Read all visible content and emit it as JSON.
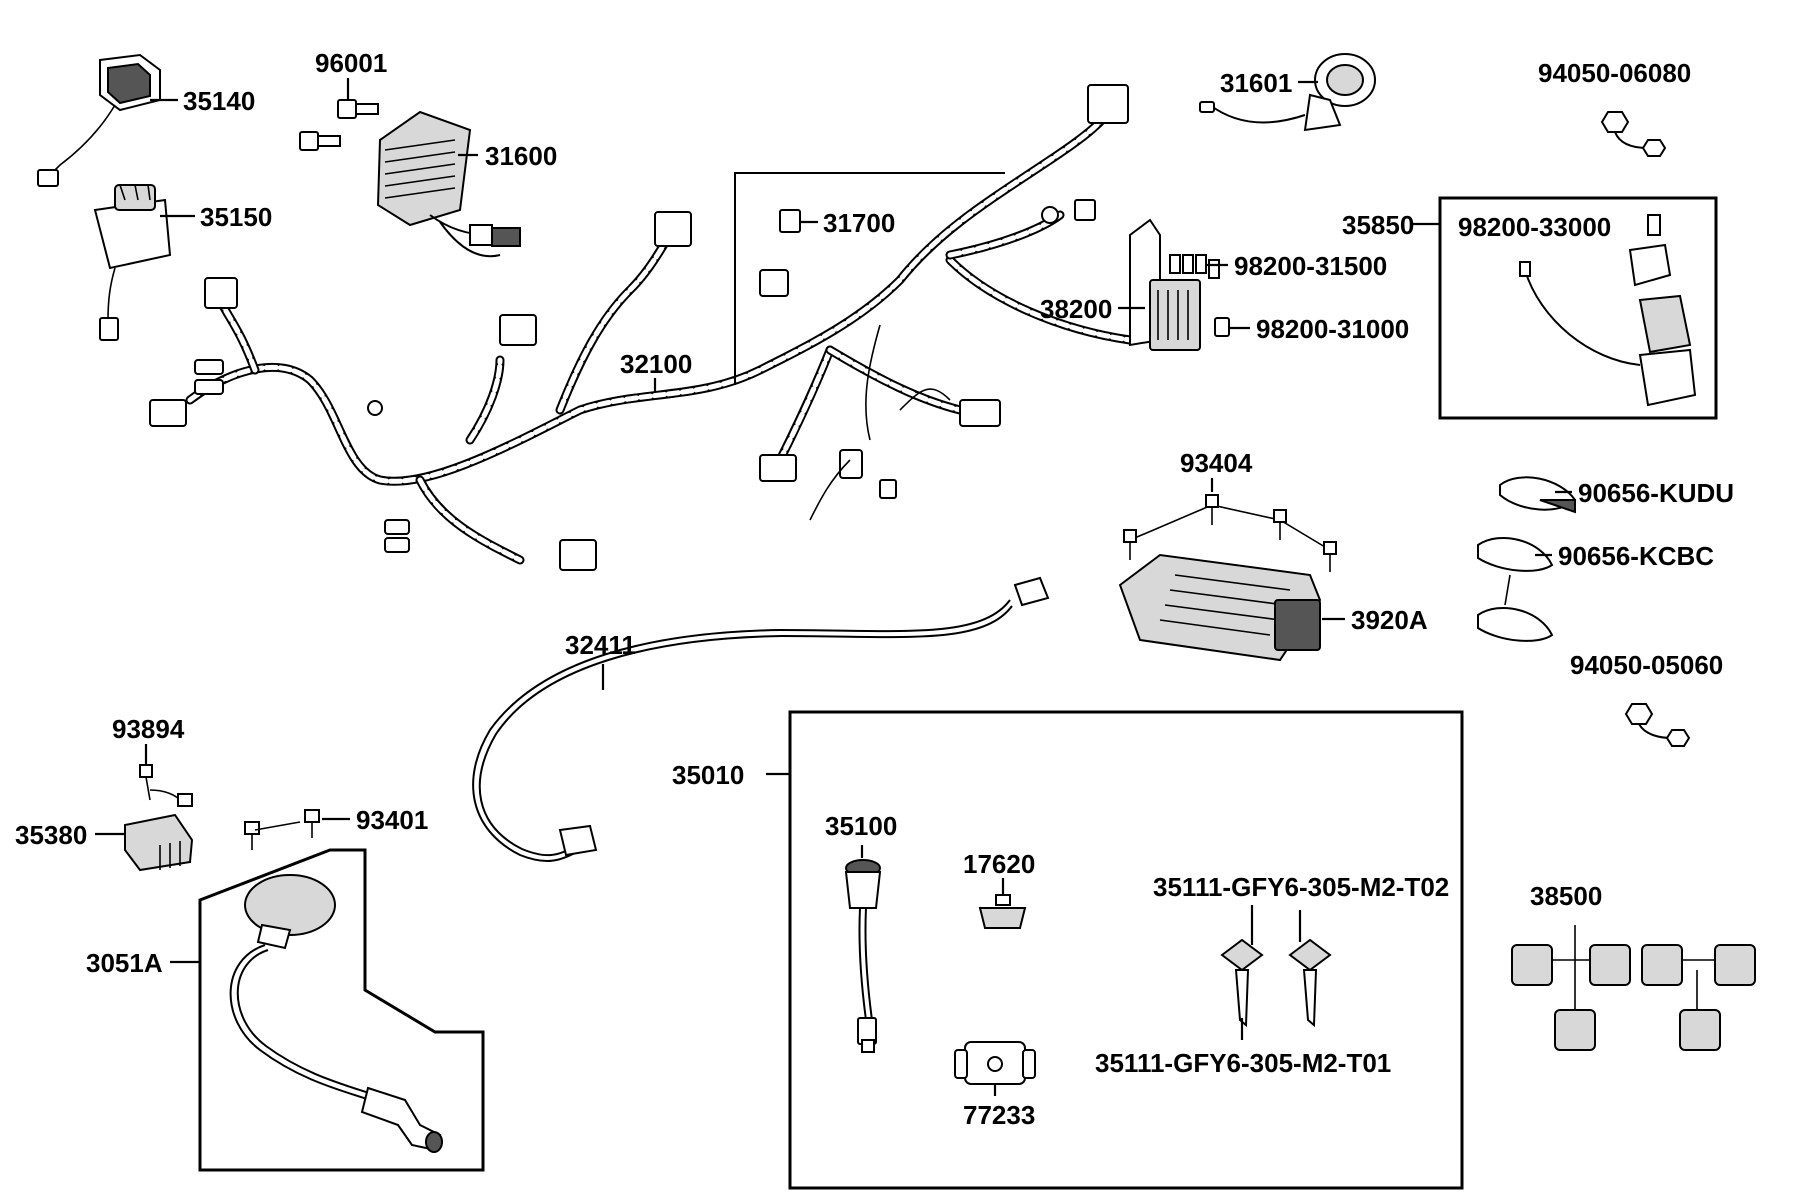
{
  "parts": {
    "p35140": "35140",
    "p96001": "96001",
    "p31600": "31600",
    "p35150": "35150",
    "p32100": "32100",
    "p31700": "31700",
    "p31601": "31601",
    "p94050_06080": "94050-06080",
    "p98200_31500": "98200-31500",
    "p38200": "38200",
    "p98200_31000": "98200-31000",
    "p35850": "35850",
    "p98200_33000": "98200-33000",
    "p93404": "93404",
    "p90656_kudu": "90656-KUDU",
    "p90656_kcbc": "90656-KCBC",
    "p3920a": "3920A",
    "p94050_05060": "94050-05060",
    "p32411": "32411",
    "p93894": "93894",
    "p35380": "35380",
    "p93401": "93401",
    "p3051a": "3051A",
    "p35010": "35010",
    "p35100": "35100",
    "p17620": "17620",
    "p35111_t02": "35111-GFY6-305-M2-T02",
    "p35111_t01": "35111-GFY6-305-M2-T01",
    "p77233": "77233",
    "p38500": "38500"
  }
}
